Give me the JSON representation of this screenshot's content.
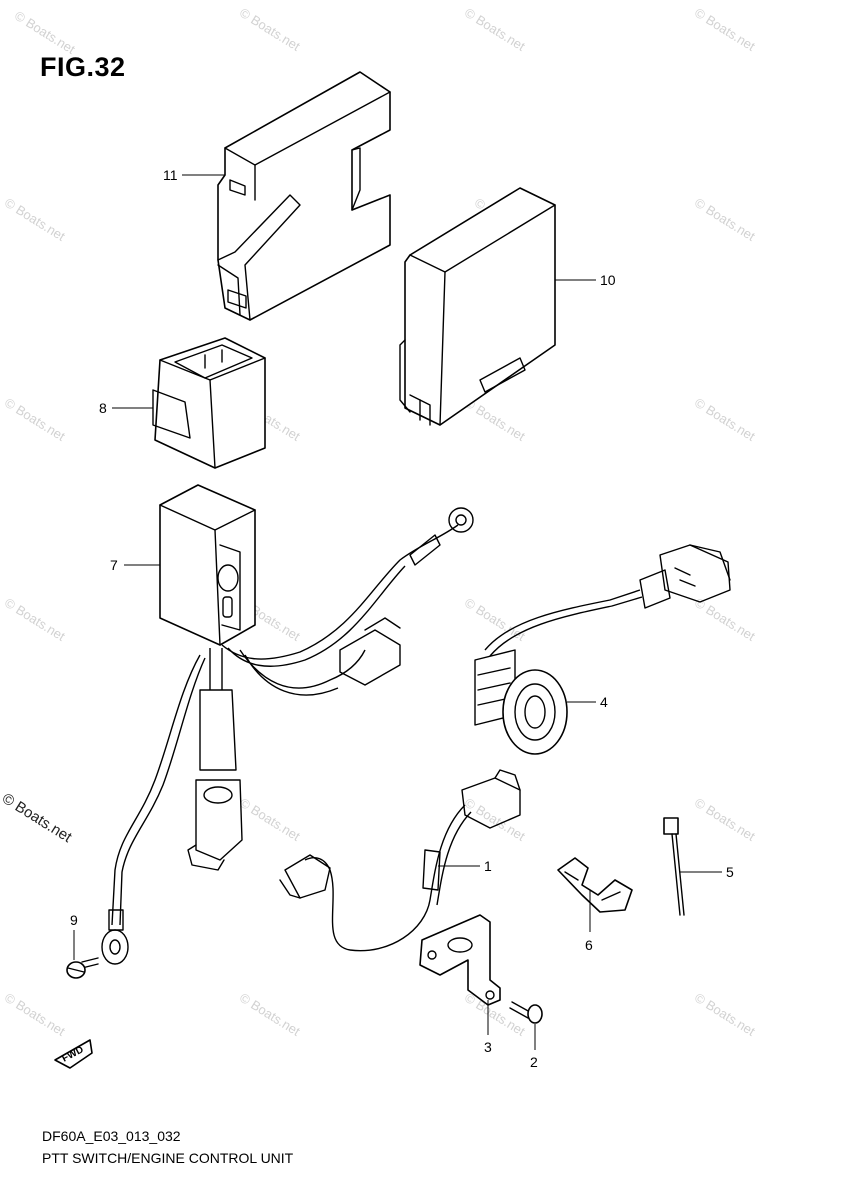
{
  "figure": {
    "title": "FIG.32"
  },
  "footer": {
    "code": "DF60A_E03_013_032",
    "title": "PTT SWITCH/ENGINE CONTROL UNIT"
  },
  "watermark": {
    "text": "© Boats.net"
  },
  "fwd_label": "FWD",
  "callouts": {
    "c1": "1",
    "c2": "2",
    "c3": "3",
    "c4": "4",
    "c5": "5",
    "c6": "6",
    "c7": "7",
    "c8": "8",
    "c9": "9",
    "c10": "10",
    "c11": "11"
  },
  "colors": {
    "line": "#000000",
    "watermark": "#d2d2d2"
  }
}
